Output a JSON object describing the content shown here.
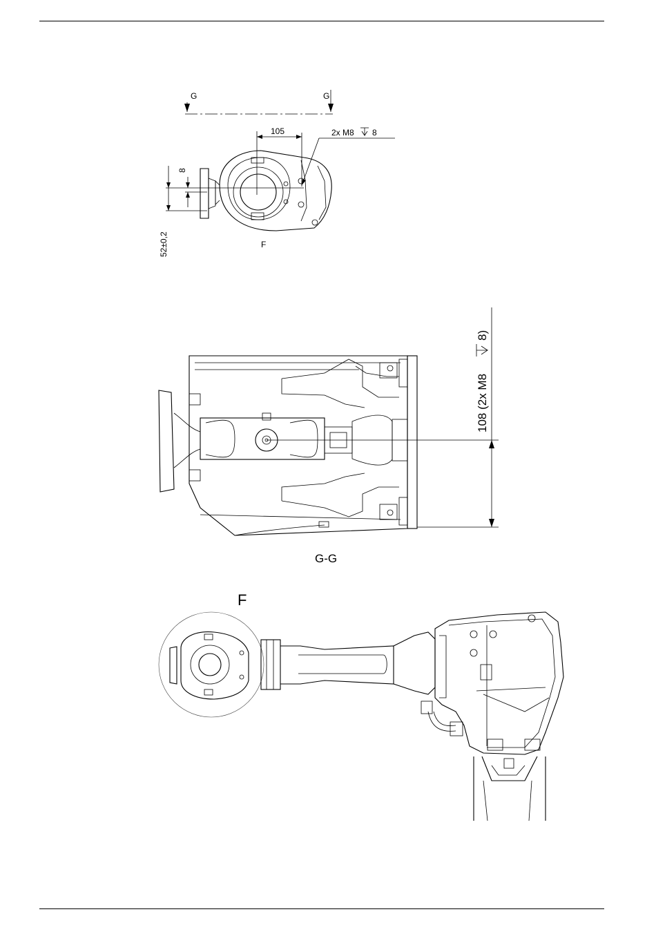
{
  "top_view": {
    "section_mark_left": "G",
    "section_mark_right": "G",
    "dim_horizontal": "105",
    "dim_vertical_small": "8",
    "dim_vertical_large": "52±0,2",
    "thread_callout": "2x M8",
    "thread_depth": "8",
    "detail_ref": "F"
  },
  "section_view": {
    "dim_height": "108 (2x M8",
    "dim_height_depth": "8)",
    "title": "G-G"
  },
  "detail_view": {
    "title": "F"
  }
}
